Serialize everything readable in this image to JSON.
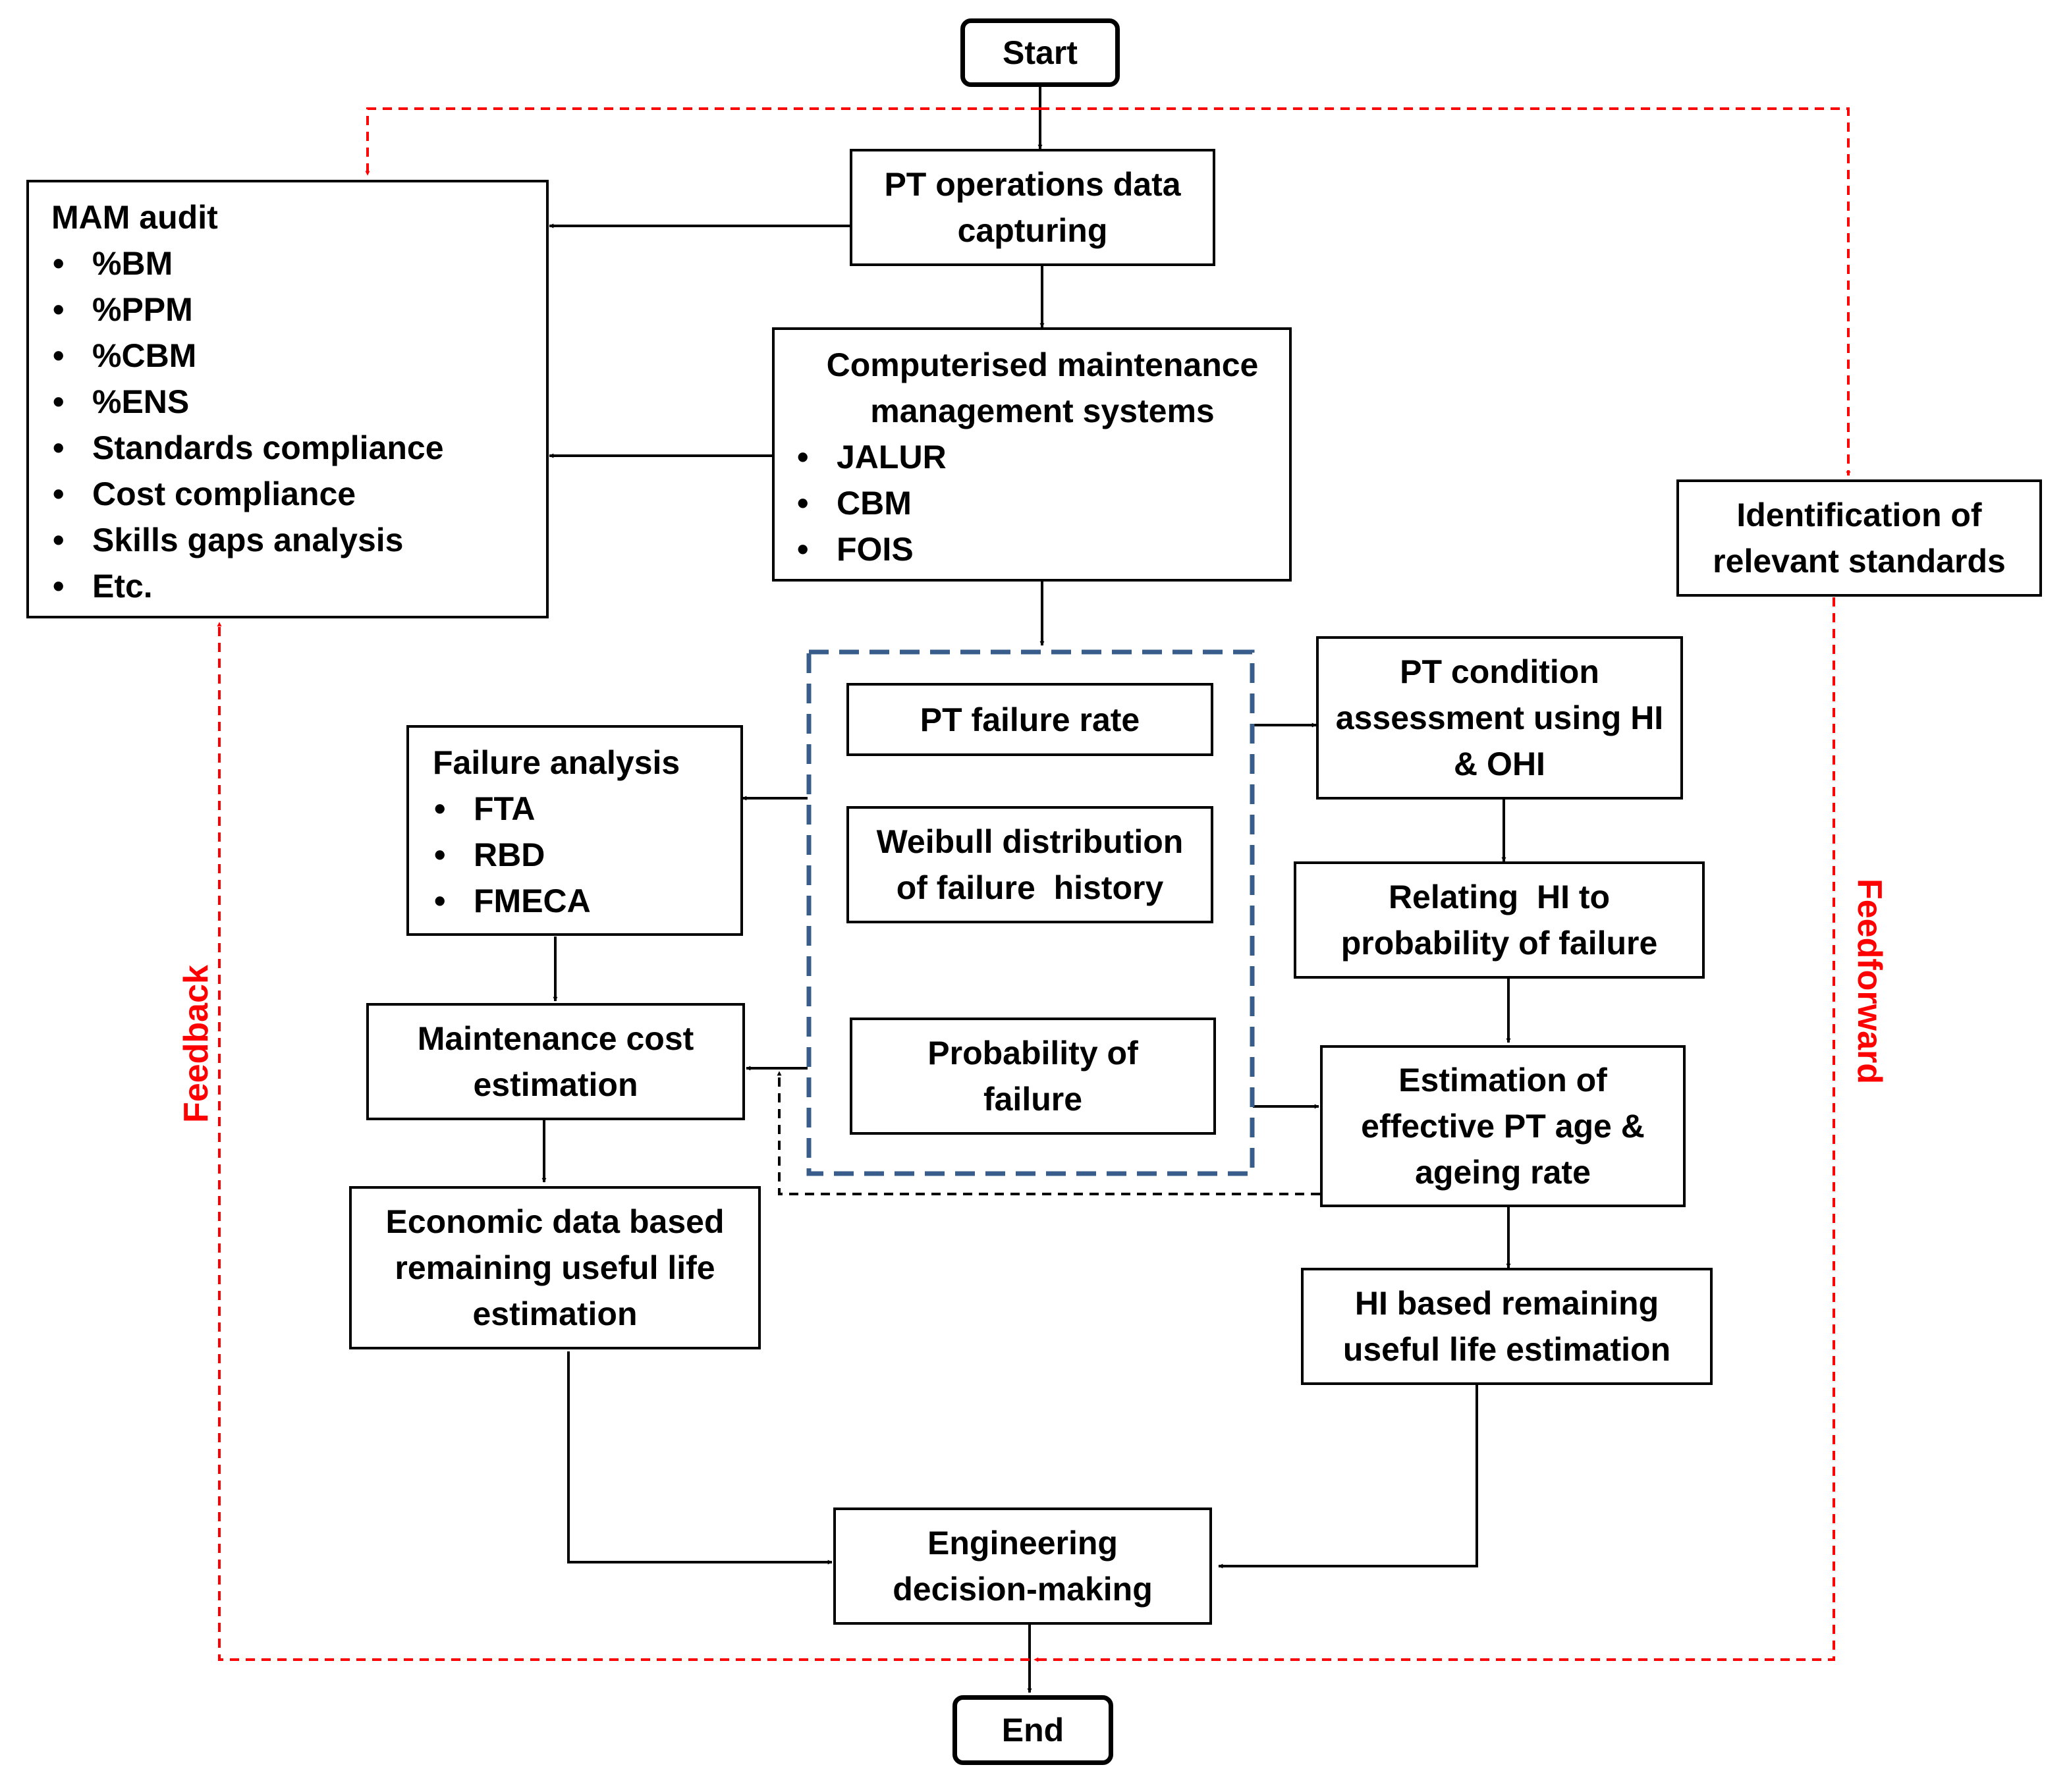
{
  "nodes": {
    "start": "Start",
    "end": "End",
    "ops_capture": [
      "PT operations data",
      "capturing"
    ],
    "mam_audit": {
      "title": "MAM audit",
      "items": [
        "%BM",
        "%PPM",
        "%CBM",
        "%ENS",
        "Standards compliance",
        "Cost compliance",
        "Skills gaps analysis",
        "Etc."
      ]
    },
    "cmms": {
      "title": [
        "Computerised maintenance",
        "management systems"
      ],
      "items": [
        "JALUR",
        "CBM",
        "FOIS"
      ]
    },
    "identification": [
      "Identification of",
      "relevant standards"
    ],
    "failure_rate": "PT failure rate",
    "weibull": [
      "Weibull distribution",
      "of failure  history"
    ],
    "probability": [
      "Probability of",
      "failure"
    ],
    "condition": [
      "PT condition",
      "assessment using HI",
      "& OHI"
    ],
    "failure_analysis": {
      "title": "Failure analysis",
      "items": [
        "FTA",
        "RBD",
        "FMECA"
      ]
    },
    "relating_hi": [
      "Relating  HI to",
      "probability of failure"
    ],
    "maint_cost": [
      "Maintenance cost",
      "estimation"
    ],
    "estimation_age": [
      "Estimation of",
      "effective PT age &",
      "ageing rate"
    ],
    "economic_rul": [
      "Economic data based",
      "remaining useful life",
      "estimation"
    ],
    "hi_rul": [
      "HI based remaining",
      "useful life estimation"
    ],
    "engineering": [
      "Engineering",
      "decision-making"
    ]
  },
  "loop_labels": {
    "feedback": "Feedback",
    "feedforward": "Feedforward"
  },
  "colors": {
    "stroke": "#000000",
    "loop": "#ff0000",
    "group_border": "#385d8a"
  }
}
